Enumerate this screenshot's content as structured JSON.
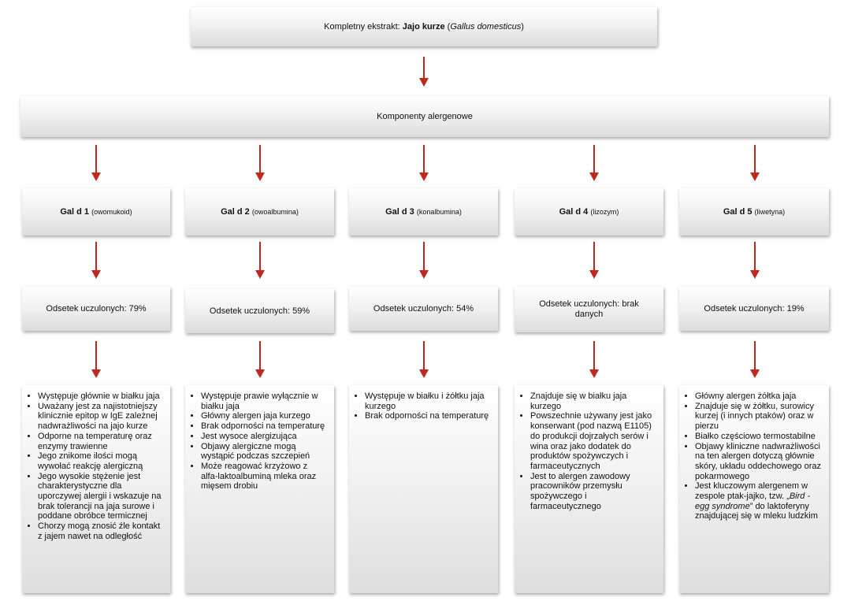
{
  "title": {
    "prefix": "Kompletny ekstrakt: ",
    "bold": "Jajo kurze",
    "open_paren": " (",
    "italic": "Gallus domesticus",
    "close_paren": ")"
  },
  "components_label": "Komponenty alergenowe",
  "allergens": [
    {
      "code": "Gal d 1",
      "name": "(owomukoid)",
      "sensitized": "Odsetek uczulonych: 79%",
      "facts": [
        "Występuje głównie w białku jaja",
        "Uważany jest za najistotniejszy klinicznie epitop w IgE zależnej nadwrażliwości na jajo kurze",
        "Odporne na temperaturę oraz enzymy trawienne",
        "Jego znikome ilości mogą wywołać reakcję alergiczną",
        "Jego wysokie stężenie jest charakterystyczne dla uporczywej alergii i wskazuje na brak tolerancji na jaja surowe i poddane obróbce termicznej",
        "Chorzy mogą znosić źle kontakt z jajem nawet na odległość"
      ]
    },
    {
      "code": "Gal d 2",
      "name": "(owoalbumina)",
      "sensitized": "Odsetek uczulonych: 59%",
      "facts": [
        "Występuje prawie wyłącznie w białku jaja",
        "Główny alergen jaja kurzego",
        "Brak odporności na temperaturę",
        "Jest wysoce alergizująca",
        "Objawy alergiczne mogą wystąpić podczas szczepień",
        "Może reagować krzyżowo z alfa-laktoalbuminą mleka oraz mięsem drobiu"
      ]
    },
    {
      "code": "Gal d 3",
      "name": "(konalbumina)",
      "sensitized": "Odsetek uczulonych: 54%",
      "facts": [
        "Występuje w białku i żółtku jaja kurzego",
        "Brak odporności na temperaturę"
      ]
    },
    {
      "code": "Gal d 4",
      "name": "(lizozym)",
      "sensitized": "Odsetek uczulonych: brak danych",
      "facts": [
        "Znajduje się w białku jaja kurzego",
        "Powszechnie używany jest jako konserwant (pod nazwą E1105) do produkcji dojrzałych serów i wina oraz jako dodatek do produktów spożywczych i farmaceutycznych",
        "Jest to alergen zawodowy pracowników przemysłu spożywczego i farmaceutycznego"
      ]
    },
    {
      "code": "Gal d 5",
      "name": "(liwetyna)",
      "sensitized": "Odsetek uczulonych: 19%",
      "facts": [
        "Główny alergen żółtka jaja",
        "Znajduje się w żółtku, surowicy kurzej (i innych ptaków) oraz w pierzu",
        "Białko częściowo termostabilne",
        "Objawy kliniczne nadwrażliwości na ten alergen dotyczą głównie skóry, układu oddechowego oraz pokarmowego"
      ],
      "last_fact": {
        "before": "Jest kluczowym alergenem w zespole ptak-jajko, tzw. „",
        "italic": "Bird - egg syndrome",
        "after": "” do laktoferyny znajdującej się w mleku ludzkim"
      }
    }
  ],
  "colors": {
    "arrow": "#c0281b"
  }
}
